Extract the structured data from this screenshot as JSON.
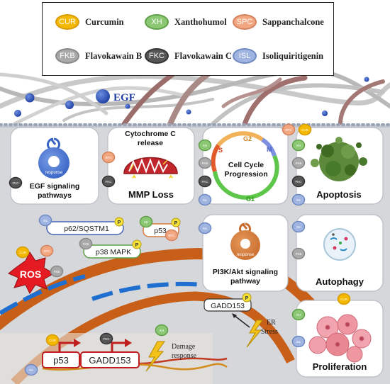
{
  "legend": {
    "items": [
      {
        "abbr": "CUR",
        "name": "Curcumin",
        "color": "#f5b800",
        "border": "#d79c00"
      },
      {
        "abbr": "XH",
        "name": "Xanthohumol",
        "color": "#8cc874",
        "border": "#5e9f47"
      },
      {
        "abbr": "SPC",
        "name": "Sappanchalcone",
        "color": "#f2a781",
        "border": "#d3825d"
      },
      {
        "abbr": "FKB",
        "name": "Flavokawain B",
        "color": "#a9a9a9",
        "border": "#888888"
      },
      {
        "abbr": "FKC",
        "name": "Flavokawain C",
        "color": "#565656",
        "border": "#333333"
      },
      {
        "abbr": "ISL",
        "name": "Isoliquiritigenin",
        "color": "#9fb4e1",
        "border": "#6e88c0"
      }
    ]
  },
  "diagram": {
    "egf_label": "EGF",
    "response_label": "response",
    "egf_pathway": "EGF signaling pathways",
    "cytochrome_release": "Cytochrome C release",
    "mmp_loss": "MMP Loss",
    "cell_cycle": "Cell Cycle Progression",
    "phase_g1": "G1",
    "phase_s": "S",
    "phase_g2": "G2",
    "phase_m": "M",
    "apoptosis": "Apoptosis",
    "p62": "p62/SQSTM1",
    "p53": "p53",
    "p38": "p38 MAPK",
    "phospho": "P",
    "ros": "ROS",
    "pi3k": "PI3K/Akt signaling pathway",
    "autophagy": "Autophagy",
    "gadd153": "GADD153",
    "er_stress": "ER Stress",
    "damage_response": "Damage response",
    "proliferation": "Proliferation"
  }
}
